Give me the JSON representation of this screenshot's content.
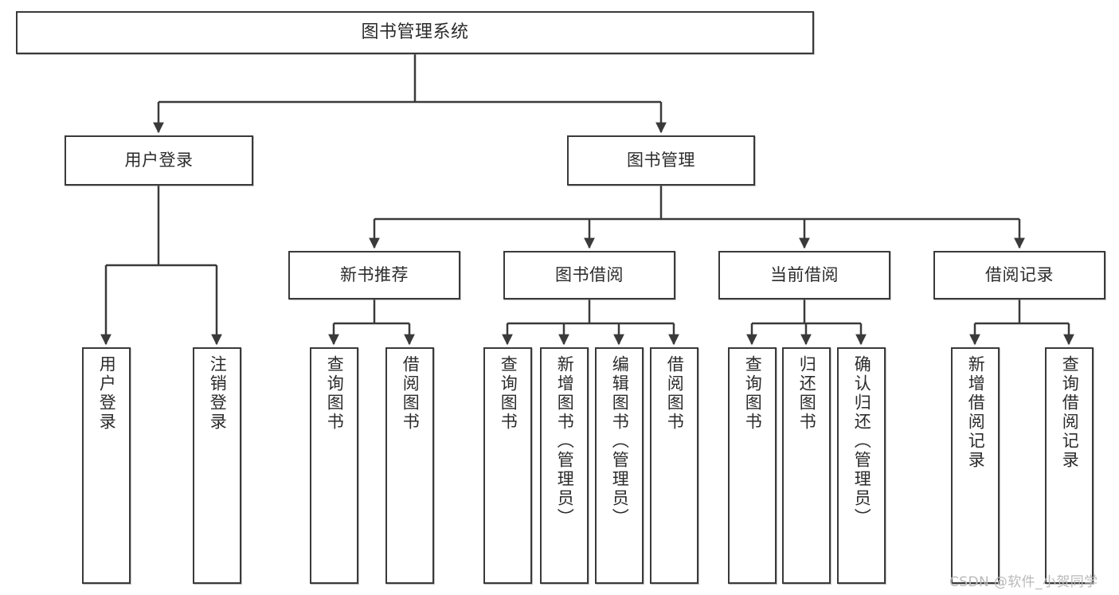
{
  "diagram": {
    "title": "图书管理系统",
    "type": "tree-hierarchy-chart",
    "orientation": "top-down",
    "colors": {
      "node_border": "#3a3a3a",
      "node_fill": "#ffffff",
      "edge": "#3a3a3a",
      "text": "#2b2b2b",
      "watermark": "#b9b9b9",
      "background": "#ffffff"
    }
  },
  "nodes": {
    "root": {
      "label": "图书管理系统"
    },
    "level2": [
      {
        "label": "用户登录"
      },
      {
        "label": "图书管理"
      }
    ],
    "level3": [
      {
        "label": "新书推荐"
      },
      {
        "label": "图书借阅"
      },
      {
        "label": "当前借阅"
      },
      {
        "label": "借阅记录"
      }
    ],
    "leaves": {
      "user_login_children": [
        {
          "label": "用户登录"
        },
        {
          "label": "注销登录"
        }
      ],
      "new_book_children": [
        {
          "label": "查询图书"
        },
        {
          "label": "借阅图书"
        }
      ],
      "book_borrow_children": [
        {
          "label": "查询图书"
        },
        {
          "label": "新增图书（管理员）"
        },
        {
          "label": "编辑图书（管理员）"
        },
        {
          "label": "借阅图书"
        }
      ],
      "current_borrow_children": [
        {
          "label": "查询图书"
        },
        {
          "label": "归还图书"
        },
        {
          "label": "确认归还（管理员）"
        }
      ],
      "borrow_record_children": [
        {
          "label": "新增借阅记录"
        },
        {
          "label": "查询借阅记录"
        }
      ]
    }
  },
  "watermark": {
    "text": "CSDN @软件_小贺同学"
  }
}
